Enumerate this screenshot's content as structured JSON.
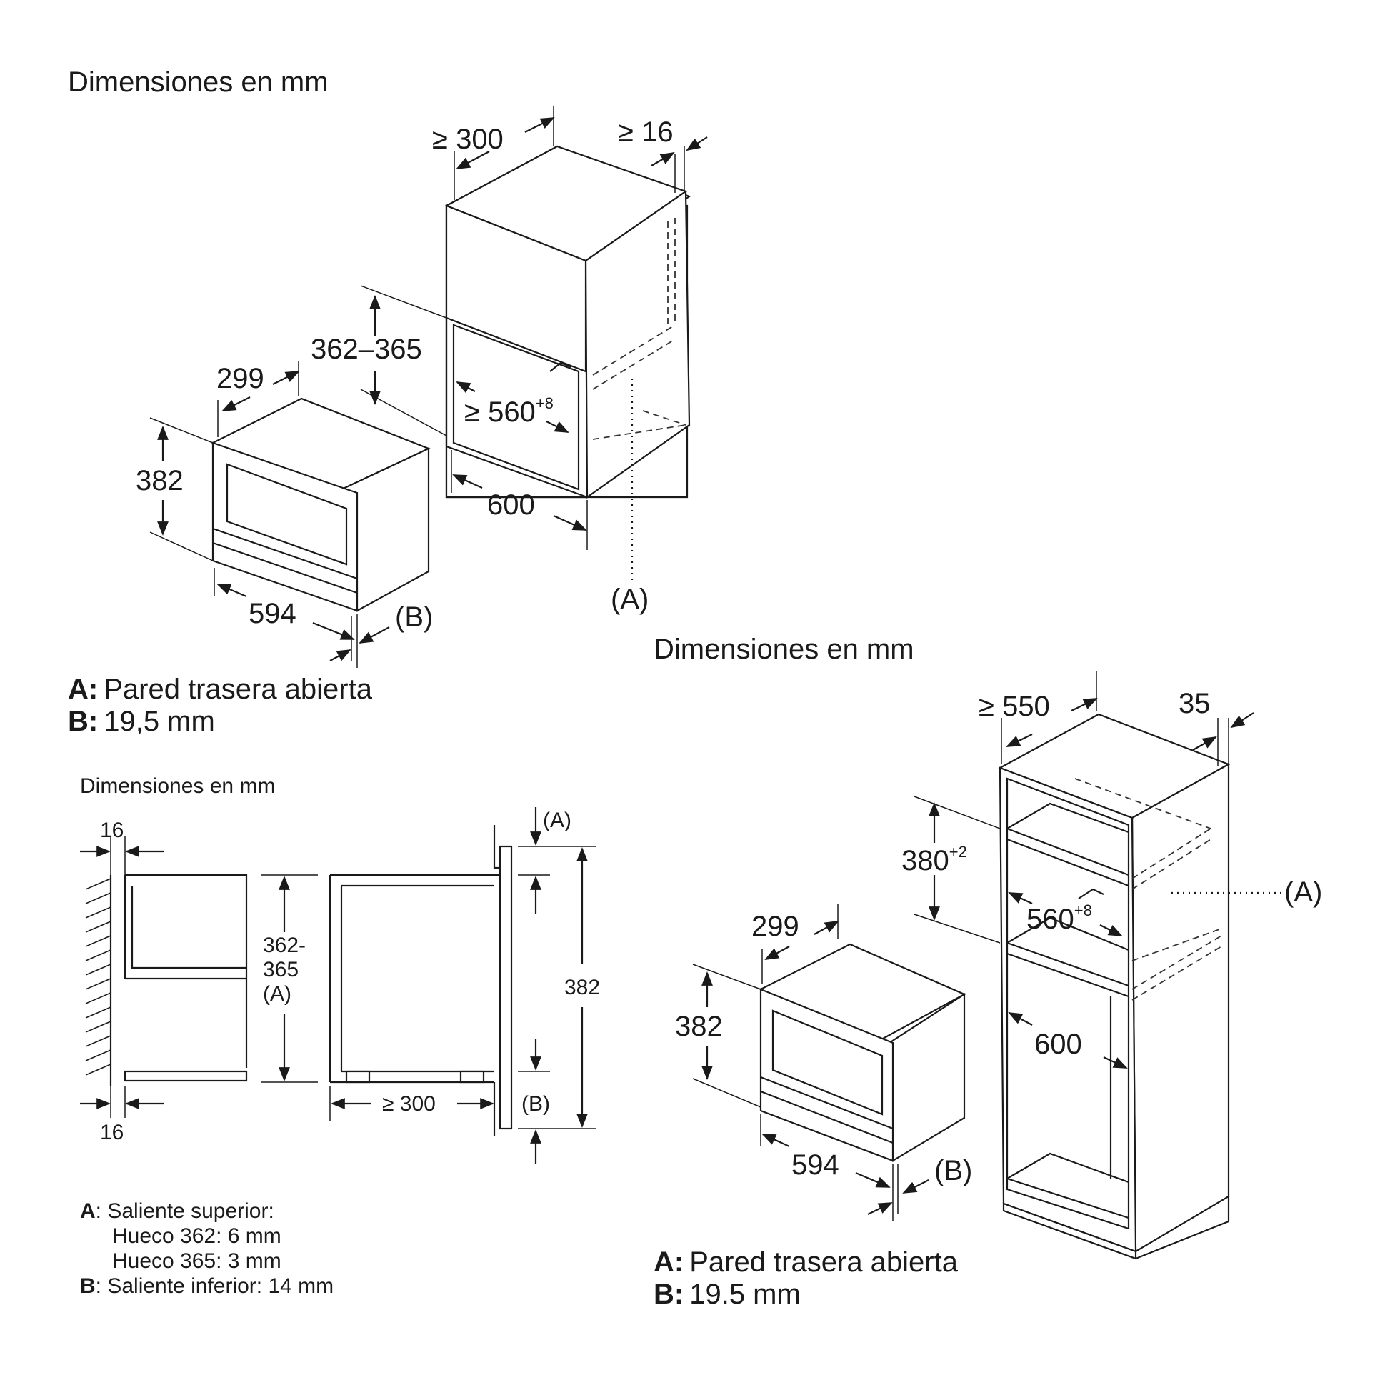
{
  "top_left": {
    "title": "Dimensiones en mm",
    "dims": {
      "cab_depth": "≥ 300",
      "cab_side": "≥ 16",
      "niche_height": "362–365",
      "niche_width": "≥ 560",
      "niche_width_sup": "+8",
      "cab_width": "600",
      "app_depth": "299",
      "app_height": "382",
      "app_width": "594",
      "marker_a": "(A)",
      "marker_b": "(B)"
    },
    "legend": {
      "a_key": "A:",
      "a_text": "Pared trasera abierta",
      "b_key": "B:",
      "b_text": "19,5 mm"
    }
  },
  "bottom_left": {
    "title": "Dimensiones en mm",
    "dims": {
      "wall_top": "16",
      "wall_bottom": "16",
      "niche_h1": "362-",
      "niche_h2": "365",
      "niche_h3": "(A)",
      "app_height": "382",
      "depth": "≥ 300",
      "marker_a": "(A)",
      "marker_b": "(B)"
    },
    "legend": {
      "a_key": "A",
      "a_line1": ": Saliente superior:",
      "a_line2": "Hueco 362: 6 mm",
      "a_line3": "Hueco 365: 3 mm",
      "b_key": "B",
      "b_line": ": Saliente inferior: 14 mm"
    }
  },
  "bottom_right": {
    "title": "Dimensiones en mm",
    "dims": {
      "cab_depth": "≥ 550",
      "cab_side": "35",
      "niche_height": "380",
      "niche_height_sup": "+2",
      "niche_width": "560",
      "niche_width_sup": "+8",
      "cab_width": "600",
      "app_depth": "299",
      "app_height": "382",
      "app_width": "594",
      "marker_a": "(A)",
      "marker_b": "(B)"
    },
    "legend": {
      "a_key": "A:",
      "a_text": "Pared trasera abierta",
      "b_key": "B:",
      "b_text": "19.5 mm"
    }
  }
}
